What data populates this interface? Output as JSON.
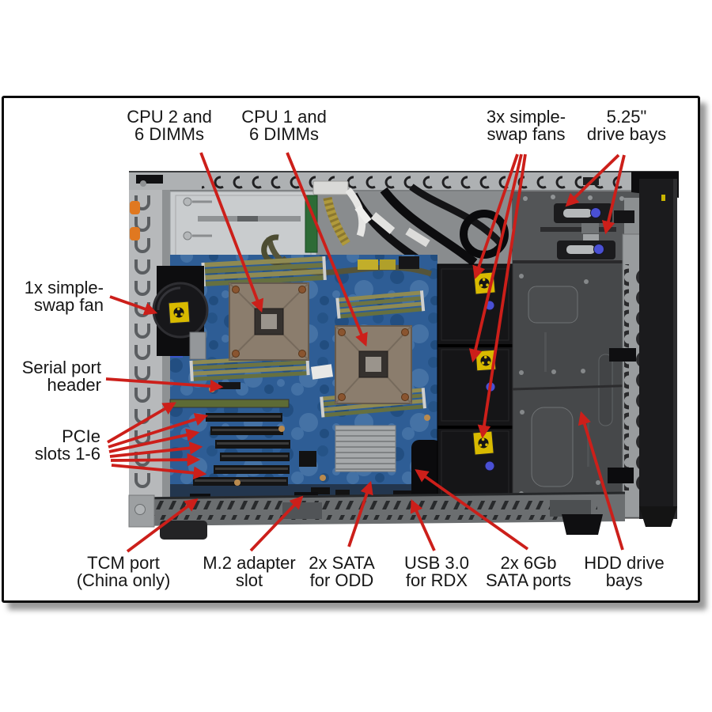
{
  "diagram": {
    "subject": "tower-server-internal-components-annotated",
    "callouts": {
      "cpu2": "CPU 2 and\n6 DIMMs",
      "cpu1": "CPU 1 and\n6 DIMMs",
      "fans3": "3x simple-\nswap fans",
      "bays525": "5.25\"\ndrive bays",
      "fan1": "1x simple-\nswap fan",
      "serial": "Serial port\nheader",
      "pcie": "PCIe\nslots 1-6",
      "tcm": "TCM port\n(China only)",
      "m2": "M.2 adapter\nslot",
      "sata_odd": "2x SATA\nfor ODD",
      "usb3": "USB 3.0\nfor RDX",
      "sata6": "2x 6Gb\nSATA ports",
      "hdd": "HDD drive\nbays"
    },
    "colors": {
      "arrow": "#cc1f1a",
      "label_text": "#161616",
      "frame_border": "#0b0b0b",
      "motherboard": "#2e5d95",
      "dimm_gold_green": "#8f8a52",
      "cpu_heatsink": "#8b7d6d",
      "warning_yellow": "#d8ba00",
      "release_button_blue": "#4a50d4",
      "chassis_gray": "#b4b6b8",
      "drive_cage_gray": "#46484a",
      "fan_black": "#151517",
      "clip_orange": "#e07820"
    }
  }
}
